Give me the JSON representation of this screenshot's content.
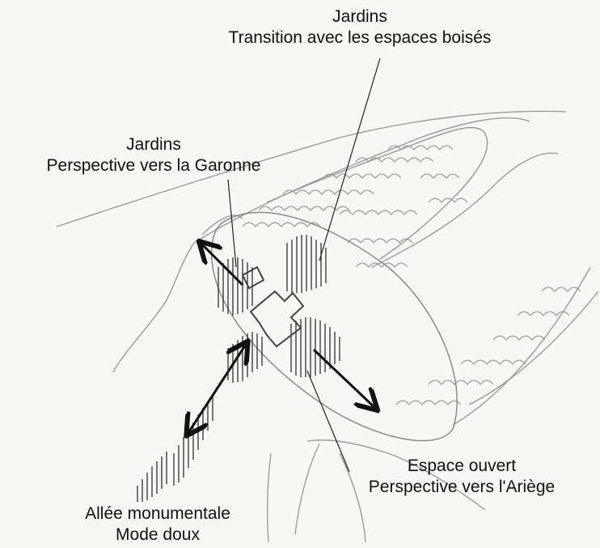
{
  "annotations": {
    "top": {
      "line1": "Jardins",
      "line2": "Transition avec les espaces boisés"
    },
    "left": {
      "line1": "Jardins",
      "line2": "Perspective vers la Garonne"
    },
    "right": {
      "line1": "Espace ouvert",
      "line2": "Perspective vers l'Ariège"
    },
    "bottom": {
      "line1": "Allée monumentale",
      "line2": "Mode doux"
    }
  },
  "colors": {
    "paper": "#f7f7f5",
    "pencil": "#8a8a8a",
    "ink": "#111111"
  }
}
